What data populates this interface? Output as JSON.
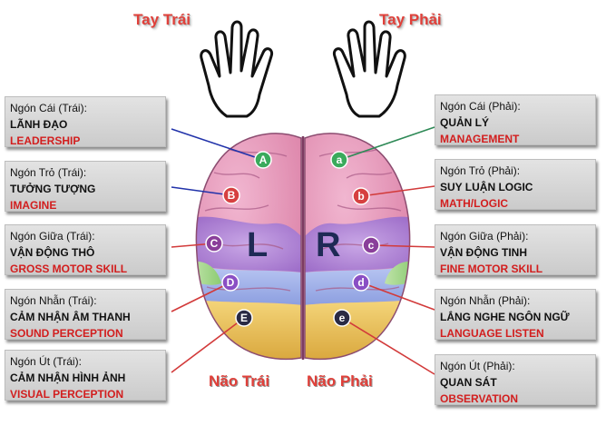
{
  "titles": {
    "left_hand": "Tay Trái",
    "right_hand": "Tay Phải"
  },
  "hemispheres": {
    "left_label": "Não Trái",
    "right_label": "Não Phải",
    "left_letter": "L",
    "right_letter": "R"
  },
  "left_fingers": [
    {
      "name": "Ngón Cái (Trái):",
      "skill_vi": "LÃNH ĐẠO",
      "skill_en": "LEADERSHIP",
      "marker": "A"
    },
    {
      "name": "Ngón Trỏ (Trái):",
      "skill_vi": "TƯỞNG TƯỢNG",
      "skill_en": "IMAGINE",
      "marker": "B"
    },
    {
      "name": "Ngón Giữa (Trái):",
      "skill_vi": "VẬN ĐỘNG THÔ",
      "skill_en": "GROSS MOTOR SKILL",
      "marker": "C"
    },
    {
      "name": "Ngón Nhẫn (Trái):",
      "skill_vi": "CẢM NHẬN ÂM THANH",
      "skill_en": "SOUND PERCEPTION",
      "marker": "D"
    },
    {
      "name": "Ngón Út (Trái):",
      "skill_vi": "CẢM NHẬN HÌNH ẢNH",
      "skill_en": "VISUAL PERCEPTION",
      "marker": "E"
    }
  ],
  "right_fingers": [
    {
      "name": "Ngón Cái (Phải):",
      "skill_vi": "QUẢN LÝ",
      "skill_en": "MANAGEMENT",
      "marker": "a"
    },
    {
      "name": "Ngón Trỏ (Phải):",
      "skill_vi": "SUY LUẬN LOGIC",
      "skill_en": "MATH/LOGIC",
      "marker": "b"
    },
    {
      "name": "Ngón Giữa (Phải):",
      "skill_vi": "VẬN ĐỘNG TINH",
      "skill_en": "FINE MOTOR SKILL",
      "marker": "c"
    },
    {
      "name": "Ngón Nhẫn (Phải):",
      "skill_vi": "LẮNG NGHE NGÔN NGỮ",
      "skill_en": "LANGUAGE LISTEN",
      "marker": "d"
    },
    {
      "name": "Ngón Út (Phải):",
      "skill_vi": "QUAN SÁT",
      "skill_en": "OBSERVATION",
      "marker": "e"
    }
  ],
  "colors": {
    "label_red": "#e0403a",
    "english_red": "#d21e1e",
    "line_blue": "#2233aa",
    "line_green": "#2f8a57",
    "line_red": "#d23a3a",
    "marker_green": "#3aaa5c",
    "marker_red": "#d64040",
    "marker_purple": "#8a3f9a",
    "marker_violet": "#8a4fc4",
    "marker_dark": "#2a2a44"
  }
}
